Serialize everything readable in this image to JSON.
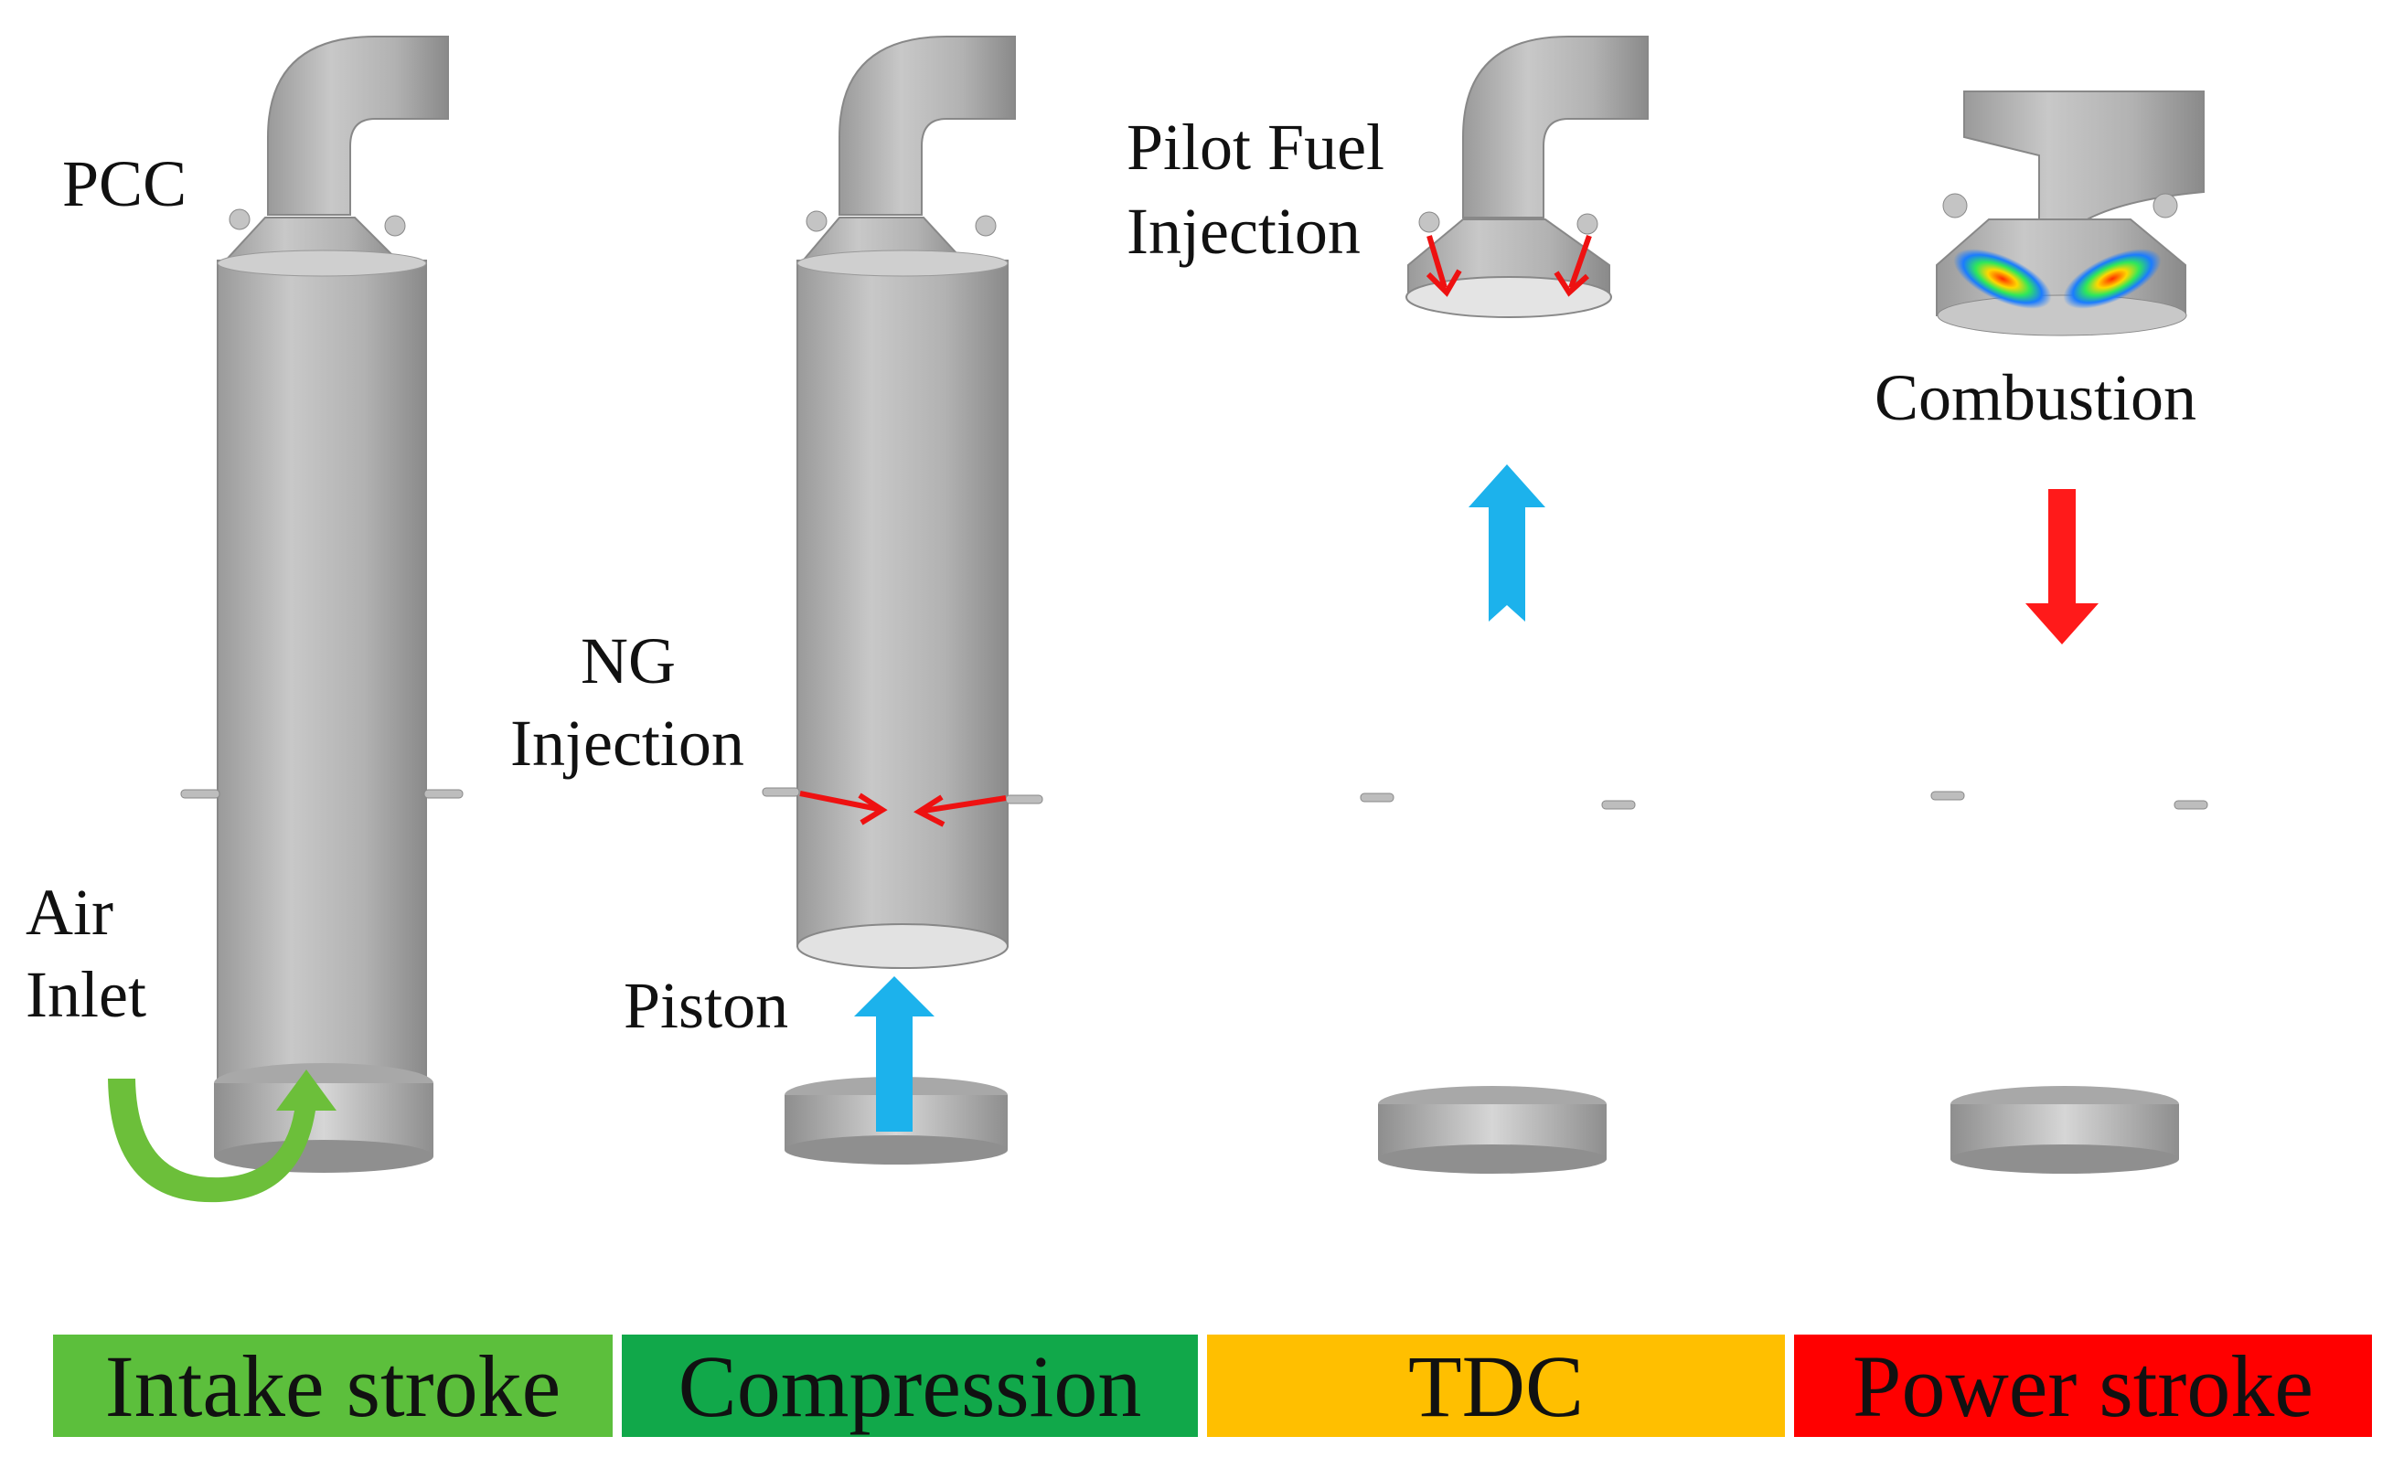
{
  "labels": {
    "pcc": "PCC",
    "air_inlet_1": "Air",
    "air_inlet_2": "Inlet",
    "ng_injection_1": "NG",
    "ng_injection_2": "Injection",
    "piston": "Piston",
    "pilot_fuel_1": "Pilot Fuel",
    "pilot_fuel_2": "Injection",
    "combustion": "Combustion"
  },
  "stages": [
    {
      "label": "Intake stroke",
      "color": "#5cbf3c"
    },
    {
      "label": "Compression",
      "color": "#11a84a"
    },
    {
      "label": "TDC",
      "color": "#ffbf00"
    },
    {
      "label": "Power stroke",
      "color": "#ff0000"
    }
  ],
  "colors": {
    "piston_motion": "#1cb2ec",
    "injection_arrow": "#ee1111",
    "air_arrow": "#6cbf3a",
    "power_arrow": "#ff1a1a"
  }
}
